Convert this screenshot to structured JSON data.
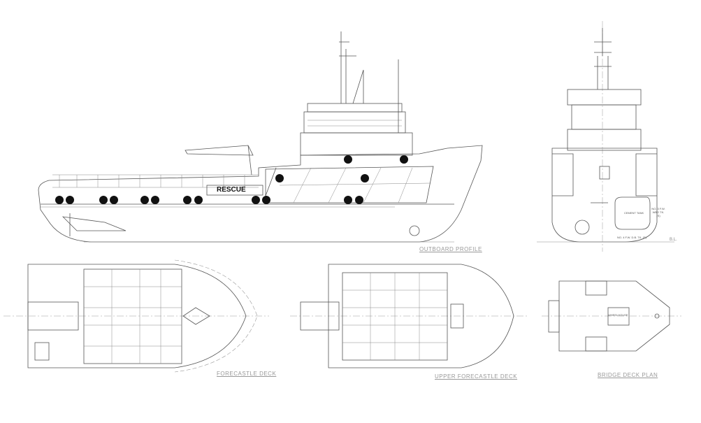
{
  "views": {
    "outboard_profile": {
      "title": "OUTBOARD PROFILE",
      "marking": "RESCUE"
    },
    "front_view": {
      "tank_label": "CEMENT TANK",
      "side_tank_label": "NO. 3 F.W. WBO TK. (S)",
      "bottom_tank_label": "NO. 4 F.W. D.B. TK. (S)",
      "baseline_label": "B.L."
    },
    "forecastle_deck": {
      "title": "FORECASTLE DECK"
    },
    "upper_forecastle_deck": {
      "title": "UPPER FORECASTLE DECK"
    },
    "bridge_deck_plan": {
      "title": "BRIDGE DECK PLAN",
      "room_label": "WHEELHOUSE"
    }
  },
  "colors": {
    "line": "#555555",
    "fender": "#111111",
    "label": "#999999"
  }
}
